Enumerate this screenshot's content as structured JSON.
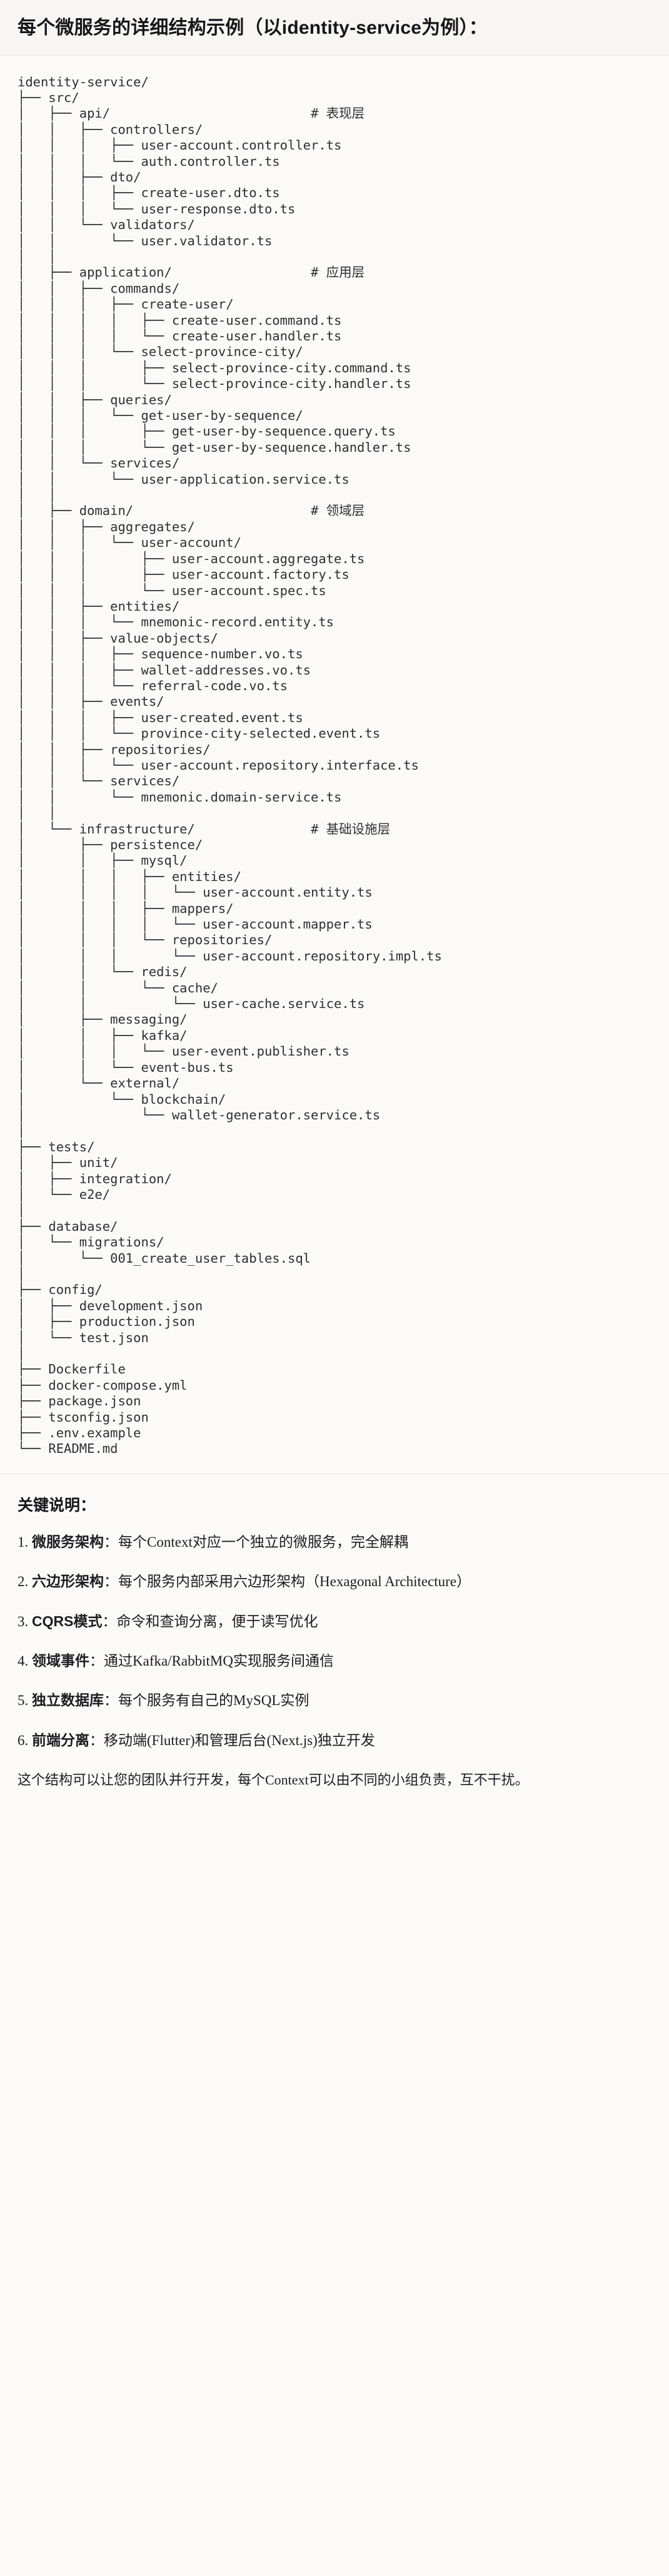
{
  "header": {
    "title": "每个微服务的详细结构示例（以identity-service为例）："
  },
  "tree": {
    "root": "identity-service/",
    "comments": {
      "api": "# 表现层",
      "application": "# 应用层",
      "domain": "# 领域层",
      "infrastructure": "# 基础设施层"
    },
    "text": "identity-service/\n├── src/\n│   ├── api/                          # 表现层\n│   │   ├── controllers/\n│   │   │   ├── user-account.controller.ts\n│   │   │   └── auth.controller.ts\n│   │   ├── dto/\n│   │   │   ├── create-user.dto.ts\n│   │   │   └── user-response.dto.ts\n│   │   └── validators/\n│   │       └── user.validator.ts\n│   │\n│   ├── application/                  # 应用层\n│   │   ├── commands/\n│   │   │   ├── create-user/\n│   │   │   │   ├── create-user.command.ts\n│   │   │   │   └── create-user.handler.ts\n│   │   │   └── select-province-city/\n│   │   │       ├── select-province-city.command.ts\n│   │   │       └── select-province-city.handler.ts\n│   │   ├── queries/\n│   │   │   └── get-user-by-sequence/\n│   │   │       ├── get-user-by-sequence.query.ts\n│   │   │       └── get-user-by-sequence.handler.ts\n│   │   └── services/\n│   │       └── user-application.service.ts\n│   │\n│   ├── domain/                       # 领域层\n│   │   ├── aggregates/\n│   │   │   └── user-account/\n│   │   │       ├── user-account.aggregate.ts\n│   │   │       ├── user-account.factory.ts\n│   │   │       └── user-account.spec.ts\n│   │   ├── entities/\n│   │   │   └── mnemonic-record.entity.ts\n│   │   ├── value-objects/\n│   │   │   ├── sequence-number.vo.ts\n│   │   │   ├── wallet-addresses.vo.ts\n│   │   │   └── referral-code.vo.ts\n│   │   ├── events/\n│   │   │   ├── user-created.event.ts\n│   │   │   └── province-city-selected.event.ts\n│   │   ├── repositories/\n│   │   │   └── user-account.repository.interface.ts\n│   │   └── services/\n│   │       └── mnemonic.domain-service.ts\n│   │\n│   └── infrastructure/               # 基础设施层\n│       ├── persistence/\n│       │   ├── mysql/\n│       │   │   ├── entities/\n│       │   │   │   └── user-account.entity.ts\n│       │   │   ├── mappers/\n│       │   │   │   └── user-account.mapper.ts\n│       │   │   └── repositories/\n│       │   │       └── user-account.repository.impl.ts\n│       │   └── redis/\n│       │       └── cache/\n│       │           └── user-cache.service.ts\n│       ├── messaging/\n│       │   ├── kafka/\n│       │   │   └── user-event.publisher.ts\n│       │   └── event-bus.ts\n│       └── external/\n│           └── blockchain/\n│               └── wallet-generator.service.ts\n│\n├── tests/\n│   ├── unit/\n│   ├── integration/\n│   └── e2e/\n│\n├── database/\n│   └── migrations/\n│       └── 001_create_user_tables.sql\n│\n├── config/\n│   ├── development.json\n│   ├── production.json\n│   └── test.json\n│\n├── Dockerfile\n├── docker-compose.yml\n├── package.json\n├── tsconfig.json\n├── .env.example\n└── README.md"
  },
  "notes": {
    "heading": "关键说明：",
    "items": [
      {
        "num": "1.",
        "label": "微服务架构",
        "sep": "：",
        "text": "每个Context对应一个独立的微服务，完全解耦"
      },
      {
        "num": "2.",
        "label": "六边形架构",
        "sep": "：",
        "text": "每个服务内部采用六边形架构（Hexagonal Architecture）"
      },
      {
        "num": "3.",
        "label": "CQRS模式",
        "sep": "：",
        "text": "命令和查询分离，便于读写优化"
      },
      {
        "num": "4.",
        "label": "领域事件",
        "sep": "：",
        "text": "通过Kafka/RabbitMQ实现服务间通信"
      },
      {
        "num": "5.",
        "label": "独立数据库",
        "sep": "：",
        "text": "每个服务有自己的MySQL实例"
      },
      {
        "num": "6.",
        "label": "前端分离",
        "sep": "：",
        "text": "移动端(Flutter)和管理后台(Next.js)独立开发"
      }
    ],
    "closing": "这个结构可以让您的团队并行开发，每个Context可以由不同的小组负责，互不干扰。"
  }
}
